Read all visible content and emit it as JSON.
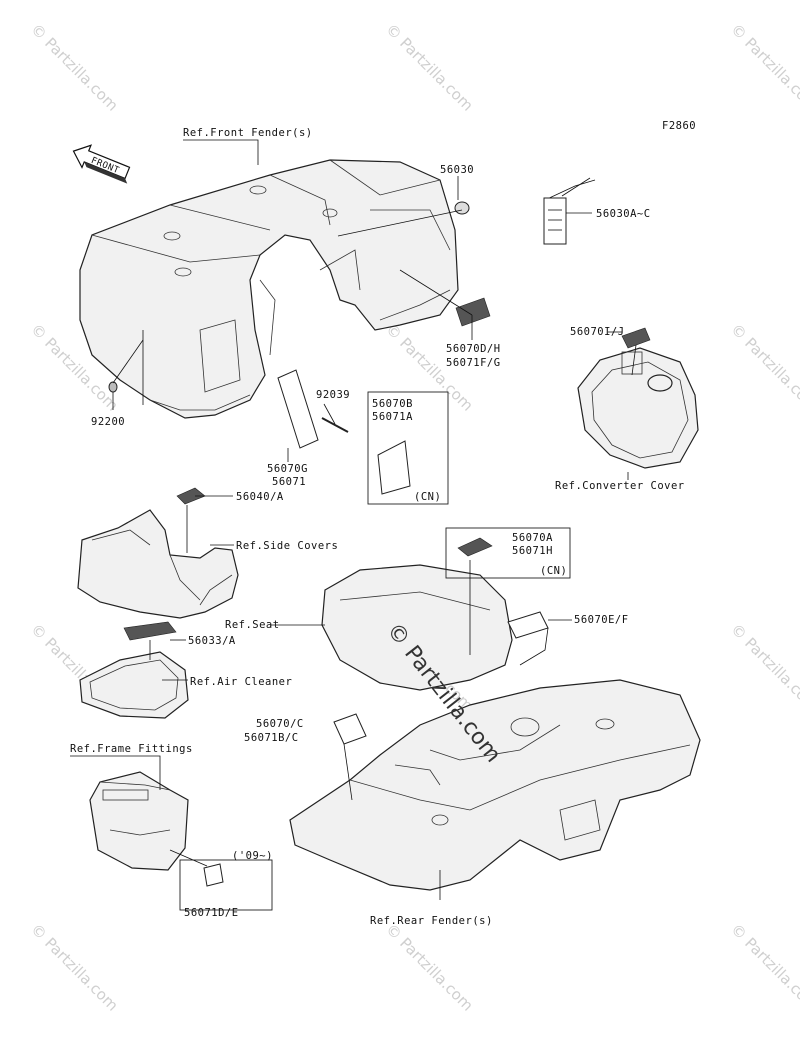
{
  "figure_code": "F2860",
  "front_arrow": "FRONT",
  "watermark": "© Partzilla.com",
  "watermark_center": "© Partzilla.com",
  "refs": {
    "front_fender": "Ref.Front Fender(s)",
    "converter_cover": "Ref.Converter Cover",
    "side_covers": "Ref.Side Covers",
    "seat": "Ref.Seat",
    "air_cleaner": "Ref.Air Cleaner",
    "frame_fittings": "Ref.Frame Fittings",
    "rear_fender": "Ref.Rear Fender(s)"
  },
  "parts": {
    "p56030": "56030",
    "p56030AC": "56030A~C",
    "p56070DH": "56070D/H",
    "p56071FG": "56071F/G",
    "p56070IJ": "56070I/J",
    "p92039": "92039",
    "p56070B": "56070B",
    "p56071A": "56071A",
    "cn1": "(CN)",
    "p92200": "92200",
    "p56070G": "56070G",
    "p56071": "56071",
    "p56040A": "56040/A",
    "p56070A": "56070A",
    "p56071H": "56071H",
    "cn2": "(CN)",
    "p56070EF": "56070E/F",
    "p56033A": "56033/A",
    "p56070C": "56070/C",
    "p56071BC": "56071B/C",
    "year09": "('09~)",
    "p56071DE": "56071D/E"
  }
}
